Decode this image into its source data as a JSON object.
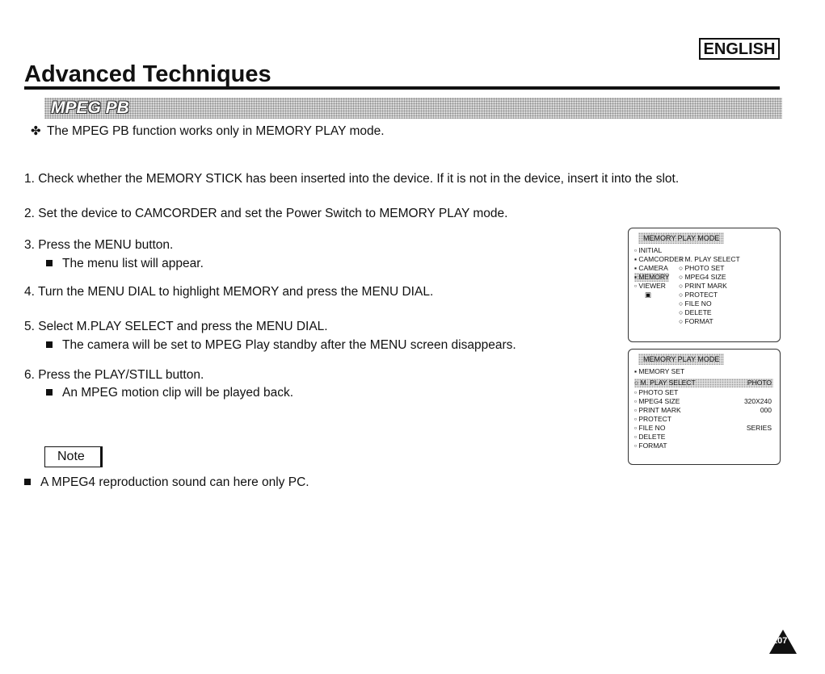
{
  "header": {
    "language": "ENGLISH",
    "title": "Advanced Techniques"
  },
  "section": {
    "heading": "MPEG PB"
  },
  "intro": {
    "icon": "diamond-bullet-icon",
    "text": "The MPEG PB function works only in MEMORY PLAY mode."
  },
  "steps": [
    {
      "text": "1. Check whether the MEMORY STICK has been inserted into the device. If it is not in the device, insert it into the slot."
    },
    {
      "text": "2. Set the device to CAMCORDER and set the Power Switch to MEMORY PLAY mode."
    },
    {
      "text": "3. Press the MENU button.",
      "sub": "The menu list will appear."
    },
    {
      "text": "4. Turn the MENU DIAL to highlight MEMORY and press the MENU DIAL."
    },
    {
      "text": "5. Select M.PLAY SELECT and press the MENU DIAL.",
      "sub": "The camera will be set to MPEG Play standby after the MENU screen disappears."
    },
    {
      "text": "6. Press the PLAY/STILL button.",
      "sub": "An MPEG motion clip will be played back."
    }
  ],
  "note": {
    "label": "Note",
    "text": "A MPEG4 reproduction sound can here only PC."
  },
  "screen1": {
    "header": "MEMORY PLAY MODE",
    "left": [
      "INITIAL",
      "CAMCORDER",
      "CAMERA",
      "MEMORY",
      "VIEWER"
    ],
    "right": [
      "M. PLAY SELECT",
      "PHOTO SET",
      "MPEG4 SIZE",
      "PRINT MARK",
      "PROTECT",
      "FILE NO",
      "DELETE",
      "FORMAT"
    ]
  },
  "screen2": {
    "header": "MEMORY PLAY MODE",
    "top": "MEMORY SET",
    "rows": [
      {
        "label": "M. PLAY SELECT",
        "value": "PHOTO"
      },
      {
        "label": "PHOTO SET",
        "value": ""
      },
      {
        "label": "MPEG4 SIZE",
        "value": "320X240"
      },
      {
        "label": "PRINT MARK",
        "value": "000"
      },
      {
        "label": "PROTECT",
        "value": ""
      },
      {
        "label": "FILE NO",
        "value": "SERIES"
      },
      {
        "label": "DELETE",
        "value": ""
      },
      {
        "label": "FORMAT",
        "value": ""
      }
    ]
  },
  "page": {
    "number": "107"
  }
}
